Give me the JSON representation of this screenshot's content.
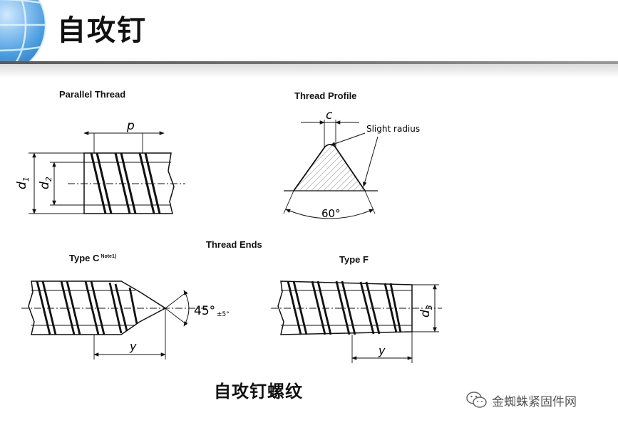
{
  "header": {
    "title": "自攻钉"
  },
  "diagram": {
    "parallel_thread": {
      "label": "Parallel Thread",
      "pitch": "p",
      "d1": "d",
      "d1_sub": "1",
      "d2": "d",
      "d2_sub": "2"
    },
    "thread_profile": {
      "label": "Thread Profile",
      "crest": "c",
      "radius_note": "Slight radius",
      "angle": "60°"
    },
    "thread_ends": {
      "label": "Thread Ends"
    },
    "type_c": {
      "label": "Type C",
      "note": "Note1)",
      "angle": "45°",
      "tolerance": "±5°",
      "length": "y"
    },
    "type_f": {
      "label": "Type F",
      "d3": "d",
      "d3_sub": "3",
      "length": "y"
    }
  },
  "caption": "自攻钉螺纹",
  "watermark": {
    "text": "金蜘蛛紧固件网",
    "icon": "wechat-icon"
  }
}
